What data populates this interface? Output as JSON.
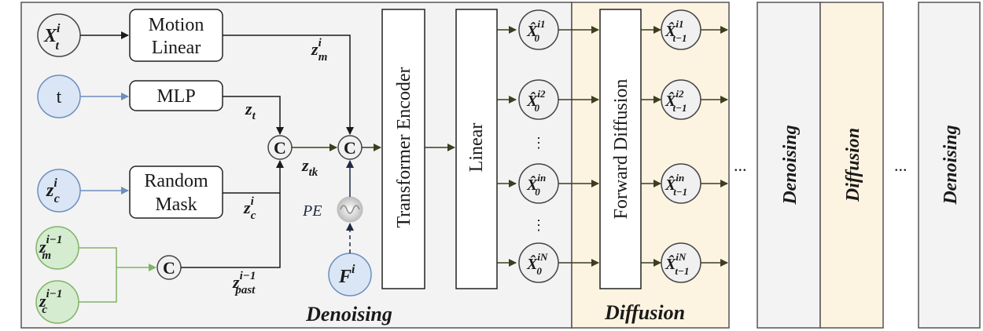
{
  "inputs": {
    "x_t_main": "X",
    "x_t_sup": "i",
    "x_t_sub": "t",
    "t": "t",
    "z_c_main": "z",
    "z_c_sup": "i",
    "z_c_sub": "c",
    "z_m_prev_main": "z",
    "z_m_prev_sup": "i−1",
    "z_m_prev_sub": "m",
    "z_c_prev_main": "z",
    "z_c_prev_sup": "i−1",
    "z_c_prev_sub": "c",
    "f_main": "F",
    "f_sup": "i"
  },
  "blocks": {
    "motion_linear_line1": "Motion",
    "motion_linear_line2": "Linear",
    "mlp": "MLP",
    "random_mask_line1": "Random",
    "random_mask_line2": "Mask",
    "transformer_encoder": "Transformer Encoder",
    "linear": "Linear",
    "forward_diffusion": "Forward Diffusion"
  },
  "concat_symbol": "C",
  "pe_label": "PE",
  "edge_labels": {
    "z_m": {
      "main": "z",
      "sup": "i",
      "sub": "m"
    },
    "z_t": {
      "main": "z",
      "sub": "t"
    },
    "z_c": {
      "main": "z",
      "sup": "i",
      "sub": "c"
    },
    "z_tk": {
      "main": "z",
      "sub": "tk"
    },
    "z_past": {
      "main": "z",
      "sup": "i−1",
      "sub": "past"
    }
  },
  "outputs_x0": [
    {
      "main": "X̂",
      "sup": "i1",
      "sub": "0"
    },
    {
      "main": "X̂",
      "sup": "i2",
      "sub": "0"
    },
    {
      "main": "X̂",
      "sup": "in",
      "sub": "0"
    },
    {
      "main": "X̂",
      "sup": "iN",
      "sub": "0"
    }
  ],
  "outputs_xt1": [
    {
      "main": "X̂",
      "sup": "i1",
      "sub": "t−1"
    },
    {
      "main": "X̂",
      "sup": "i2",
      "sub": "t−1"
    },
    {
      "main": "X̂",
      "sup": "in",
      "sub": "t−1"
    },
    {
      "main": "X̂",
      "sup": "iN",
      "sub": "t−1"
    }
  ],
  "vdots": "⋮",
  "ellipsis": "...",
  "section_labels": {
    "denoising": "Denoising",
    "diffusion": "Diffusion"
  },
  "repeat_blocks": [
    "Denoising",
    "Diffusion",
    "Denoising"
  ],
  "colors": {
    "denoising_bg": "#f3f3f3",
    "diffusion_bg": "#fcf3e0",
    "blue_fill": "#dae6f5",
    "blue_stroke": "#6c8ebf",
    "green_fill": "#d5ecd0",
    "green_stroke": "#82b366",
    "arrow_dark": "#3d3d1f"
  }
}
